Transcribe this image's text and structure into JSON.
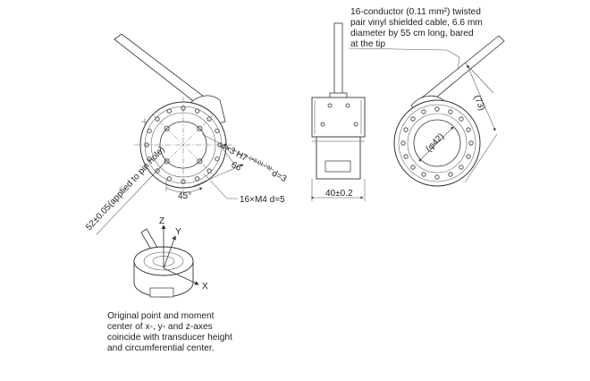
{
  "labels": {
    "pin_hole": "4×3 H7",
    "pin_hole_tol": "(+0.01 / 0)",
    "pin_depth": "d=3",
    "dim_66": "66",
    "pcd_pin": "52±0.05(applied to pin hole)",
    "angle_45": "45°",
    "screw": "16×M4 d=5",
    "width": "40±0.2",
    "dim_73": "(73)",
    "dim_42": "(φ42)",
    "axis_x": "X",
    "axis_y": "Y",
    "axis_z": "Z"
  },
  "cable_note": [
    "16-conductor (0.11 mm²) twisted",
    "pair vinyl shielded cable, 6.6 mm",
    "diameter by 55 cm long, bared",
    "at the tip"
  ],
  "origin_note": [
    "Original point and moment",
    "center of x-, y- and z-axes",
    "coincide with transducer height",
    "and circumferential center."
  ]
}
